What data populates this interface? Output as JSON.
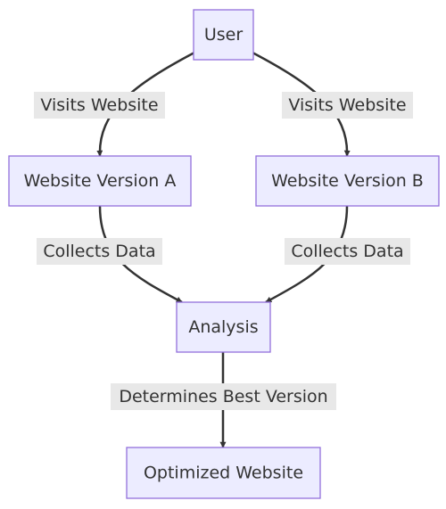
{
  "nodes": {
    "user": "User",
    "version_a": "Website Version A",
    "version_b": "Website Version B",
    "analysis": "Analysis",
    "optimized": "Optimized Website"
  },
  "edges": {
    "user_to_a": "Visits Website",
    "user_to_b": "Visits Website",
    "a_to_analysis": "Collects Data",
    "b_to_analysis": "Collects Data",
    "analysis_to_optimized": "Determines Best Version"
  },
  "colors": {
    "node_fill": "#ECECFF",
    "node_stroke": "#9370DB",
    "edge": "#333333",
    "label_background": "#E8E8E8",
    "text": "#333333"
  }
}
